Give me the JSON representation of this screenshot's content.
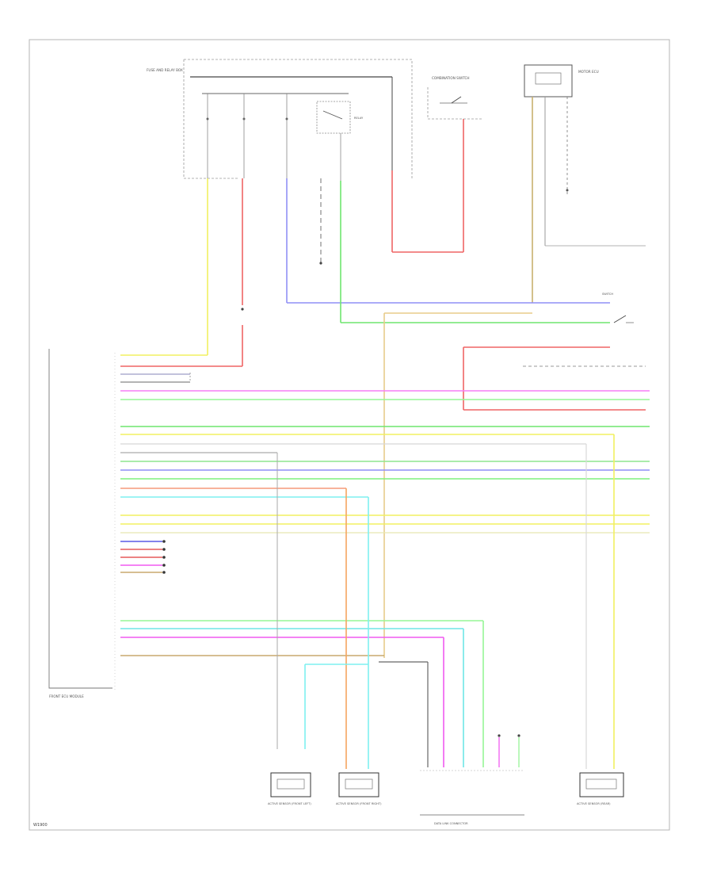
{
  "diagram": {
    "title": "",
    "footer_code": "W1900",
    "boxes": {
      "fuse_relay_block": "FUSE AND RELAY BOX",
      "combination_switch": "COMBINATION SWITCH",
      "ecu_module": "FRONT ECU MODULE",
      "motor_ecu": "MOTOR ECU"
    },
    "components": {
      "sensor_left": "ACTIVE SENSOR (FRONT LEFT)",
      "sensor_right": "ACTIVE SENSOR (FRONT RIGHT)",
      "connector_group": "DATA LINK CONNECTOR",
      "sensor_far": "ACTIVE SENSOR (REAR)"
    },
    "relay_label": "RELAY",
    "switch_label": "SWITCH"
  }
}
